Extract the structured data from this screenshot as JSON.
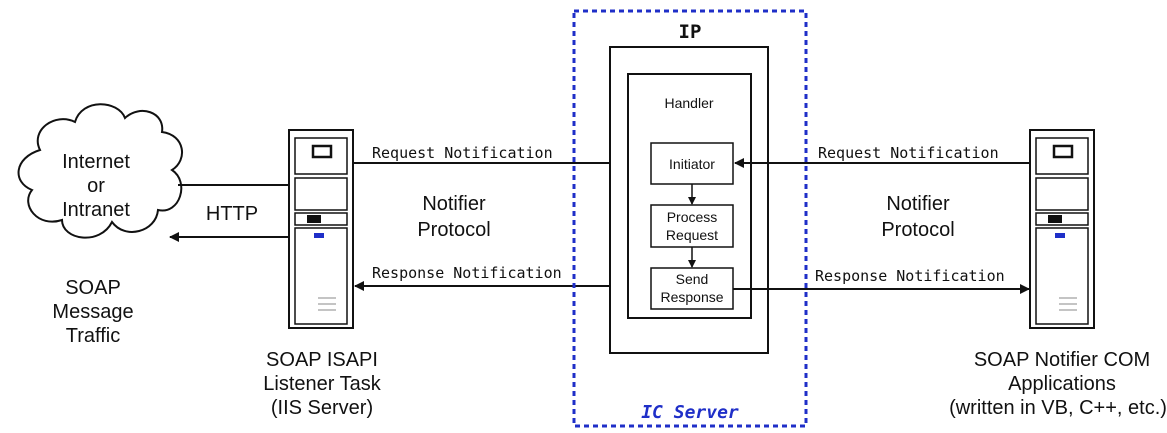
{
  "colors": {
    "line": "#111111",
    "ic_border": "#1f2fc8",
    "ic_label": "#1f2fc8",
    "server_panel": "#ffffff"
  },
  "icons": {
    "cloud": "cloud-icon",
    "server": "server-tower-icon"
  },
  "cloud": {
    "line1": "Internet",
    "line2": "or",
    "line3": "Intranet"
  },
  "cloud_caption": {
    "line1": "SOAP",
    "line2": "Message",
    "line3": "Traffic"
  },
  "http_label": "HTTP",
  "isapi_caption": {
    "line1": "SOAP ISAPI",
    "line2": "Listener Task",
    "line3": "(IIS Server)"
  },
  "left_protocol": {
    "line1": "Notifier",
    "line2": "Protocol"
  },
  "right_protocol": {
    "line1": "Notifier",
    "line2": "Protocol"
  },
  "left_request": "Request Notification",
  "left_response": "Response Notification",
  "right_request": "Request Notification",
  "right_response": "Response Notification",
  "ic_server": {
    "ip_label": "IP",
    "handler_label": "Handler",
    "footer_label": "IC Server"
  },
  "steps": {
    "initiator": "Initiator",
    "process": {
      "line1": "Process",
      "line2": "Request"
    },
    "send": {
      "line1": "Send",
      "line2": "Response"
    }
  },
  "notifier_caption": {
    "line1": "SOAP Notifier COM",
    "line2": "Applications",
    "line3": "(written in VB, C++, etc.)"
  }
}
